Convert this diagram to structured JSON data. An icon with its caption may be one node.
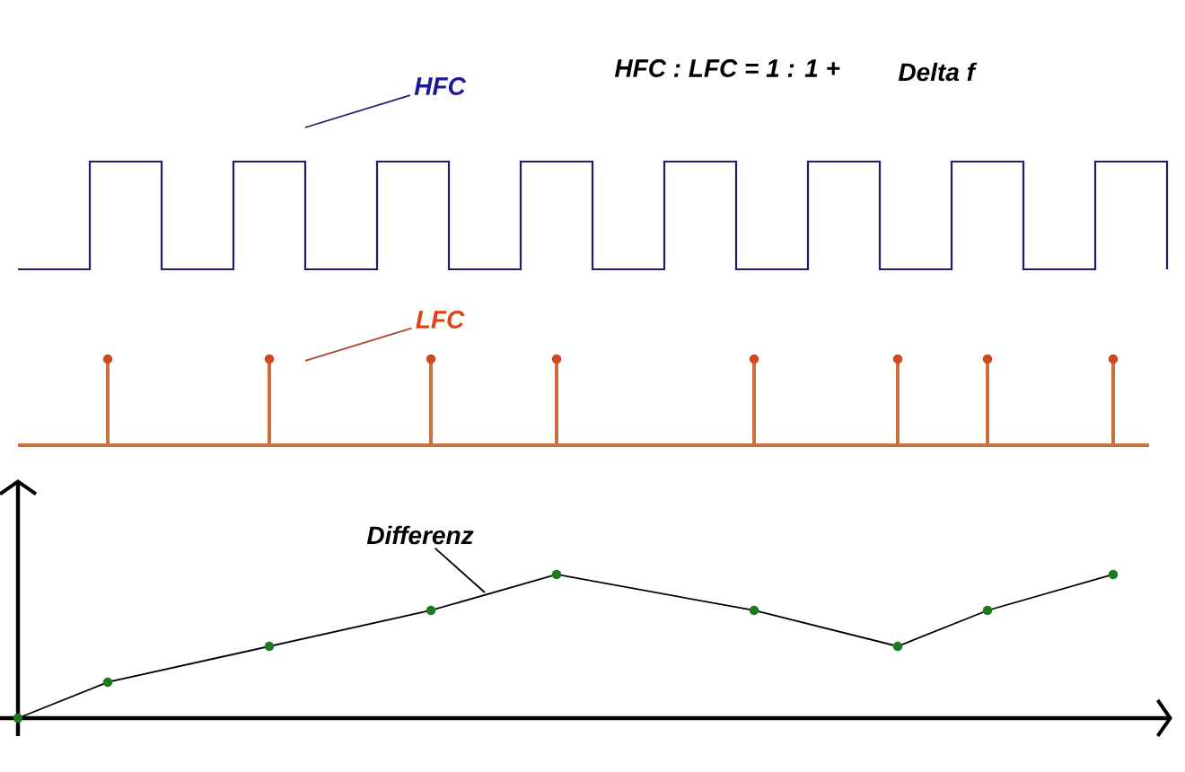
{
  "diagram": {
    "nodes": [
      {
        "text": [
          "HFC"
        ]
      },
      {
        "text": [
          "LFC"
        ]
      },
      {
        "text": [
          "Differenz"
        ]
      }
    ],
    "edges": [
      {
        "from": 0,
        "to": null,
        "arrow": "none",
        "color": "#20206e"
      },
      {
        "from": 1,
        "to": null,
        "arrow": "none",
        "color": "#a8482c"
      },
      {
        "from": 2,
        "to": null,
        "arrow": "none",
        "color": "#000000"
      }
    ],
    "labels": [
      "HFC : LFC = 1 : 1 +",
      "Delta f"
    ]
  }
}
